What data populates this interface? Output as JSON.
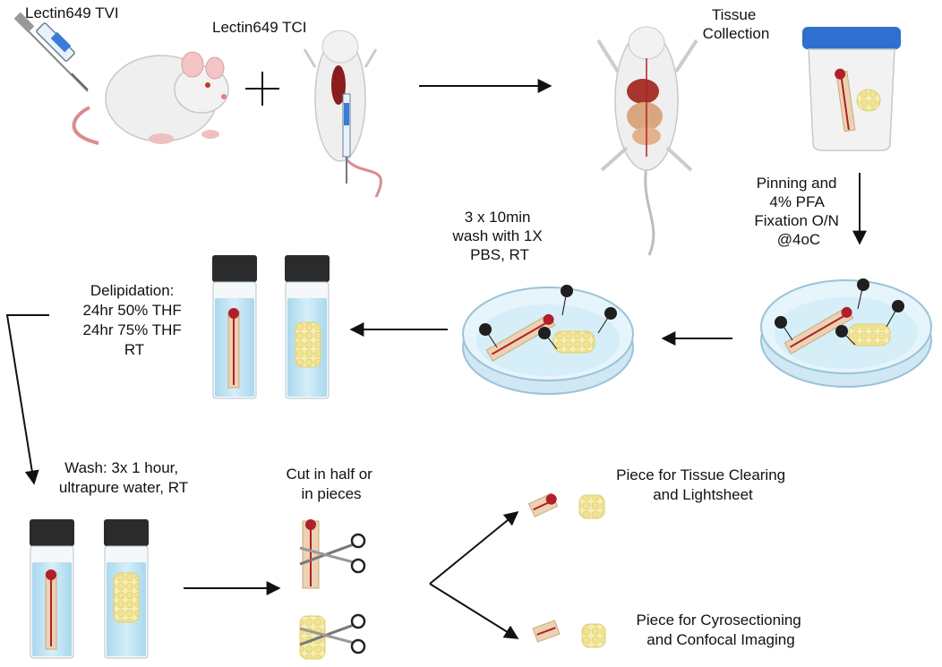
{
  "labels": {
    "tvi": "Lectin649 TVI",
    "tci": "Lectin649 TCI",
    "tissue_collection": [
      "Tissue",
      "Collection"
    ],
    "pinning": [
      "Pinning and",
      "4% PFA",
      "Fixation O/N",
      "@4oC"
    ],
    "wash_pbs": [
      "3 x 10min",
      "wash with 1X",
      "PBS, RT"
    ],
    "delipidation": [
      "Delipidation:",
      "24hr 50% THF",
      "24hr 75% THF",
      "RT"
    ],
    "wash_water": [
      "Wash: 3x 1 hour,",
      "ultrapure water, RT"
    ],
    "cut": [
      "Cut in half or",
      "in pieces"
    ],
    "clearing": [
      "Piece for Tissue Clearing",
      "and Lightsheet"
    ],
    "cryo": [
      "Piece for Cyrosectioning",
      "and Confocal Imaging"
    ]
  },
  "colors": {
    "cap_blue": "#2f6fd0",
    "vial_cap": "#2b2b2b",
    "liquid": "#bfe3f2",
    "vessel_red": "#b0202a",
    "fat": "#f4eaa6",
    "tissue": "#ecd2b0",
    "mouse": "#ededed",
    "dish": "#cfe8f4",
    "pin": "#1f1f1f"
  },
  "icons": [
    "syringe-icon",
    "mouse-icon",
    "plus-icon",
    "dissected-mouse-icon",
    "specimen-jar-icon",
    "petri-dish-icon",
    "vial-icon",
    "scissors-icon",
    "tissue-piece-icon",
    "fat-pad-icon"
  ]
}
